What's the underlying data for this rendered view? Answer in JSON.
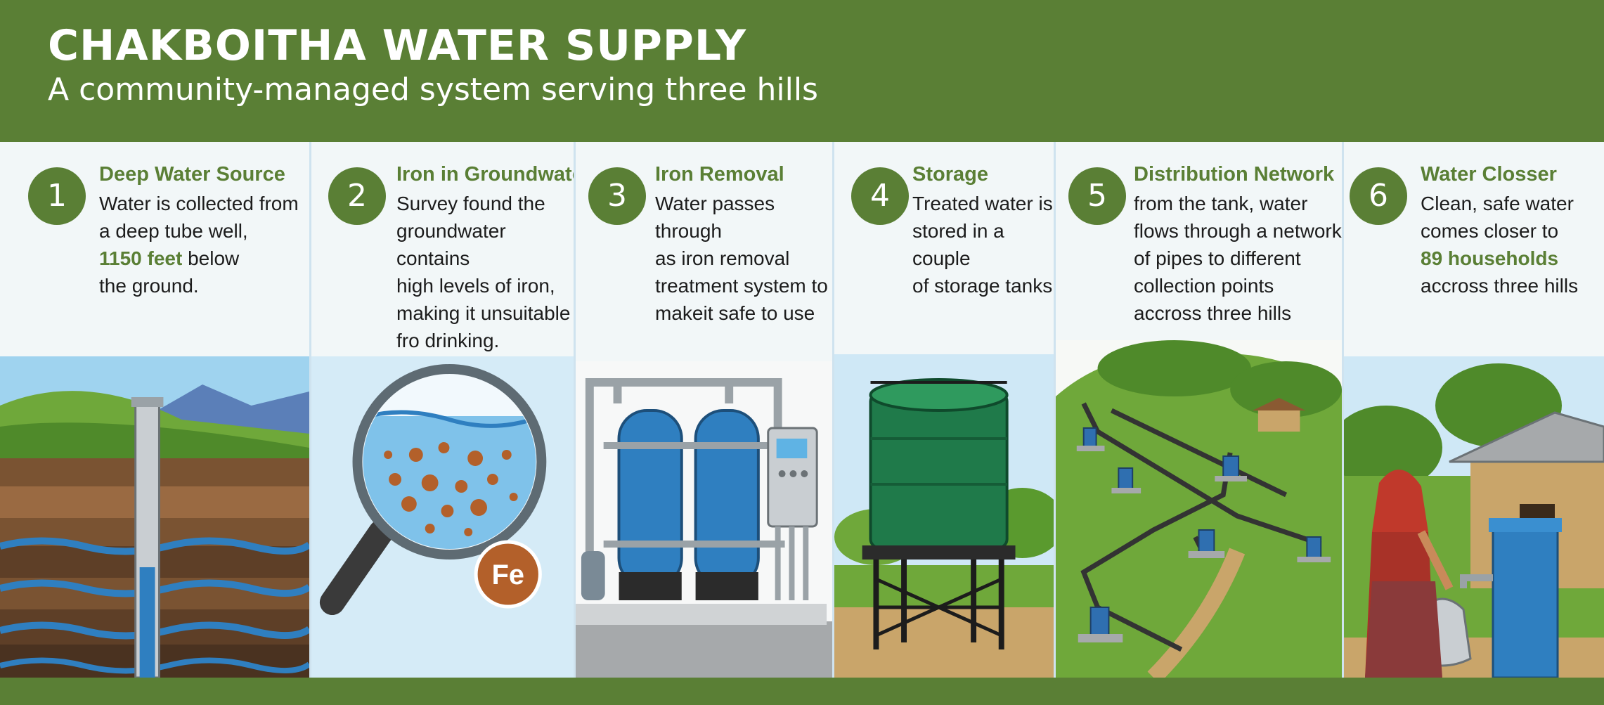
{
  "header": {
    "title": "CHAKBOITHA WATER SUPPLY",
    "subtitle": "A community-managed system serving three hills"
  },
  "steps": [
    {
      "number": "1",
      "title": "Deep Water Source",
      "lines": [
        "Water is collected from",
        "a deep tube well,"
      ],
      "highlight": "1150 feet",
      "after_highlight": " below",
      "tail": "the ground.",
      "illustration": "tube-well-cross-section"
    },
    {
      "number": "2",
      "title": "Iron in Groundwater",
      "lines": [
        "Survey found the",
        "groundwater contains",
        "high levels of iron,",
        "making it unsuitable",
        "fro drinking."
      ],
      "badge": "Fe",
      "illustration": "magnifying-glass-iron-particles"
    },
    {
      "number": "3",
      "title": "Iron Removal",
      "lines": [
        "Water passes through",
        "as iron removal",
        "treatment system to",
        "makeit safe to use"
      ],
      "illustration": "filtration-tanks"
    },
    {
      "number": "4",
      "title": "Storage",
      "lines": [
        "Treated water is",
        "stored in a couple",
        "of storage tanks"
      ],
      "illustration": "elevated-storage-tank"
    },
    {
      "number": "5",
      "title": "Distribution Network",
      "lines": [
        "from the tank, water",
        "flows through a network",
        "of pipes to different",
        "collection points",
        "accross three hills"
      ],
      "illustration": "pipe-network-hillside"
    },
    {
      "number": "6",
      "title": "Water Closser",
      "lines": [
        "Clean, safe water",
        "comes closer to"
      ],
      "highlight": "89 households",
      "tail": "accross three hills",
      "illustration": "woman-at-tap"
    }
  ],
  "colors": {
    "brand_green": "#5a7f35",
    "panel_bg": "#f2f7f8",
    "art_sky": "#bfe3f2",
    "pipe_blue": "#2f7fc0"
  }
}
